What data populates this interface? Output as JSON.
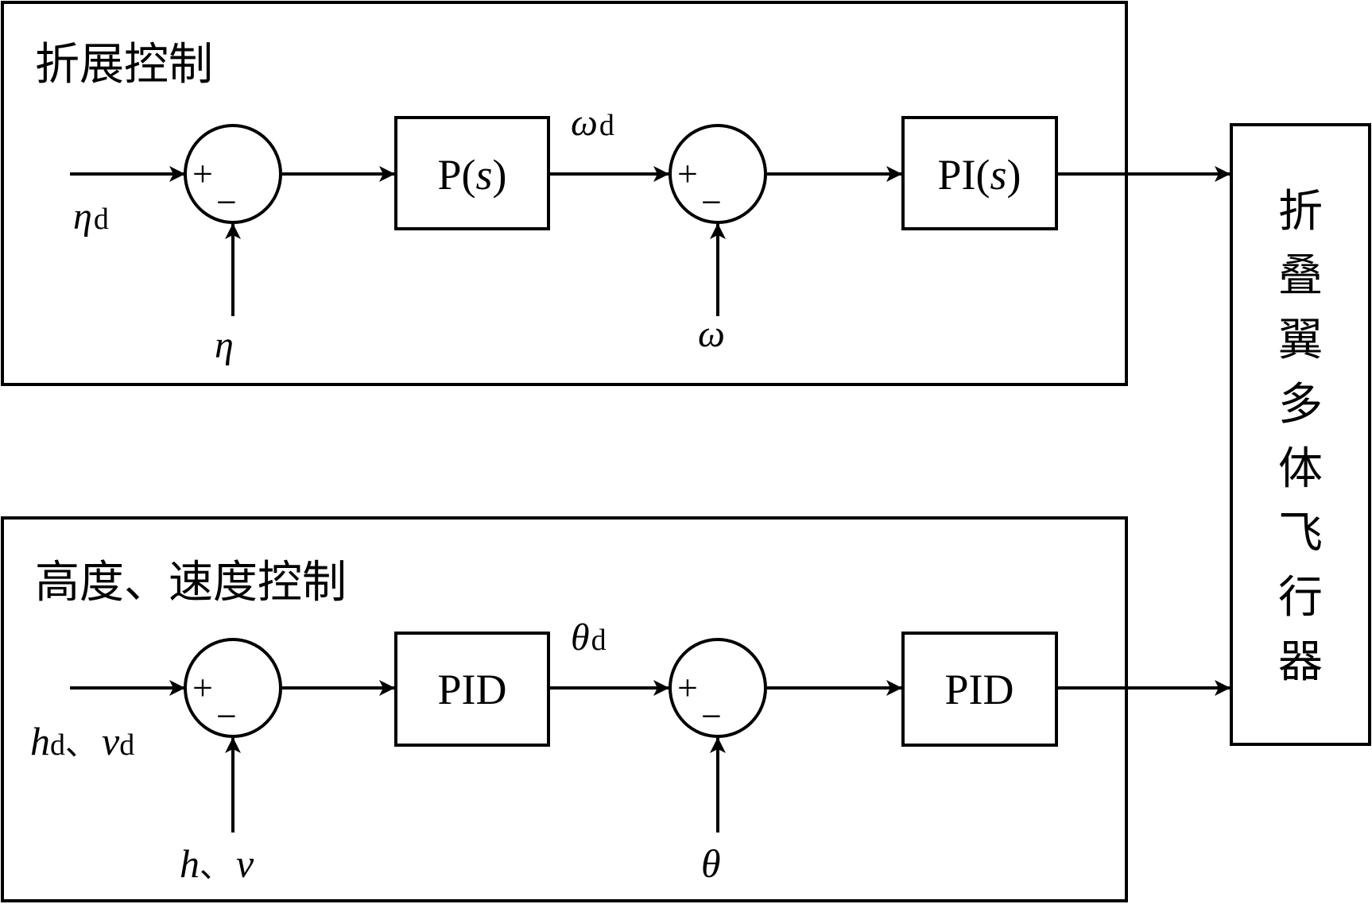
{
  "diagram": {
    "top_group": {
      "title": "折展控制",
      "input": {
        "symbol": "η",
        "subscript": "d"
      },
      "feedback1": "η",
      "block1": {
        "prefix": "P(",
        "var": "s",
        "suffix": ")"
      },
      "intermediate": {
        "symbol": "ω",
        "subscript": "d"
      },
      "feedback2": "ω",
      "block2": {
        "prefix": "PI(",
        "var": "s",
        "suffix": ")"
      }
    },
    "bottom_group": {
      "title": "高度、速度控制",
      "input": {
        "sym1": "h",
        "sub1": "d",
        "sep": "、",
        "sym2": "v",
        "sub2": "d"
      },
      "feedback1": {
        "sym1": "h",
        "sep": "、",
        "sym2": "v"
      },
      "block1": "PID",
      "intermediate": {
        "symbol": "θ",
        "subscript": "d"
      },
      "feedback2": "θ",
      "block2": "PID"
    },
    "summing_signs": {
      "plus": "+",
      "minus": "−"
    },
    "plant": {
      "label": [
        "折",
        "叠",
        "翼",
        "多",
        "体",
        "飞",
        "行",
        "器"
      ]
    }
  }
}
